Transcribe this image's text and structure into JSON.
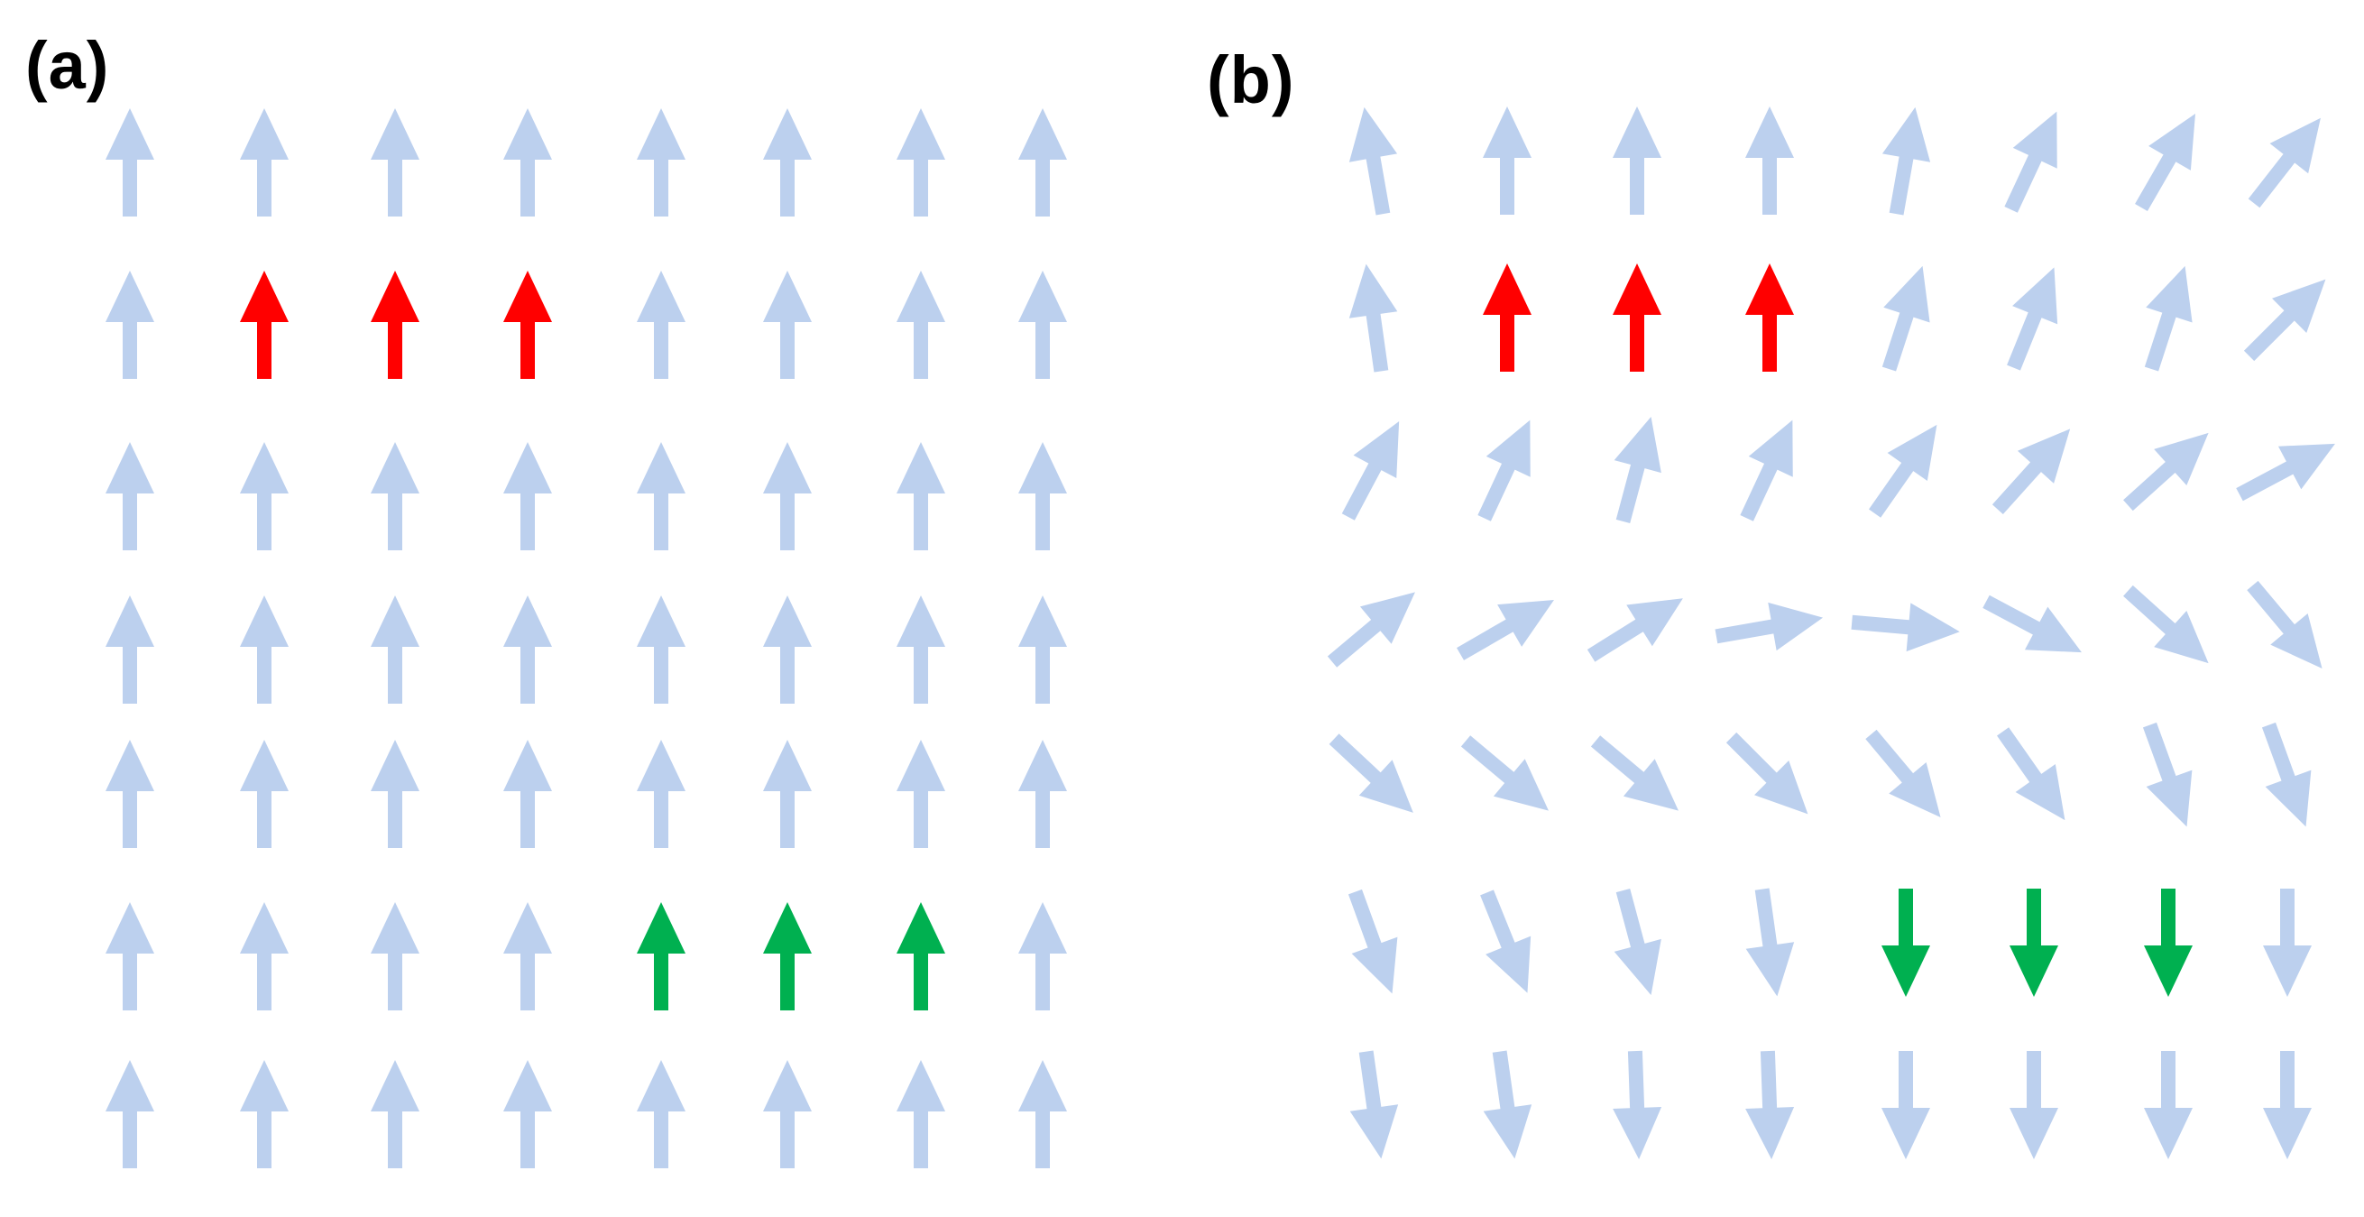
{
  "panels": [
    {
      "label": "(a)",
      "spins": [
        [
          {
            "angle": 0,
            "color": "#bcd0ee"
          },
          {
            "angle": 0,
            "color": "#bcd0ee"
          },
          {
            "angle": 0,
            "color": "#bcd0ee"
          },
          {
            "angle": 0,
            "color": "#bcd0ee"
          },
          {
            "angle": 0,
            "color": "#bcd0ee"
          },
          {
            "angle": 0,
            "color": "#bcd0ee"
          },
          {
            "angle": 0,
            "color": "#bcd0ee"
          },
          {
            "angle": 0,
            "color": "#bcd0ee"
          }
        ],
        [
          {
            "angle": 0,
            "color": "#bcd0ee"
          },
          {
            "angle": 0,
            "color": "#ff0000"
          },
          {
            "angle": 0,
            "color": "#ff0000"
          },
          {
            "angle": 0,
            "color": "#ff0000"
          },
          {
            "angle": 0,
            "color": "#bcd0ee"
          },
          {
            "angle": 0,
            "color": "#bcd0ee"
          },
          {
            "angle": 0,
            "color": "#bcd0ee"
          },
          {
            "angle": 0,
            "color": "#bcd0ee"
          }
        ],
        [
          {
            "angle": 0,
            "color": "#bcd0ee"
          },
          {
            "angle": 0,
            "color": "#bcd0ee"
          },
          {
            "angle": 0,
            "color": "#bcd0ee"
          },
          {
            "angle": 0,
            "color": "#bcd0ee"
          },
          {
            "angle": 0,
            "color": "#bcd0ee"
          },
          {
            "angle": 0,
            "color": "#bcd0ee"
          },
          {
            "angle": 0,
            "color": "#bcd0ee"
          },
          {
            "angle": 0,
            "color": "#bcd0ee"
          }
        ],
        [
          {
            "angle": 0,
            "color": "#bcd0ee"
          },
          {
            "angle": 0,
            "color": "#bcd0ee"
          },
          {
            "angle": 0,
            "color": "#bcd0ee"
          },
          {
            "angle": 0,
            "color": "#bcd0ee"
          },
          {
            "angle": 0,
            "color": "#bcd0ee"
          },
          {
            "angle": 0,
            "color": "#bcd0ee"
          },
          {
            "angle": 0,
            "color": "#bcd0ee"
          },
          {
            "angle": 0,
            "color": "#bcd0ee"
          }
        ],
        [
          {
            "angle": 0,
            "color": "#bcd0ee"
          },
          {
            "angle": 0,
            "color": "#bcd0ee"
          },
          {
            "angle": 0,
            "color": "#bcd0ee"
          },
          {
            "angle": 0,
            "color": "#bcd0ee"
          },
          {
            "angle": 0,
            "color": "#bcd0ee"
          },
          {
            "angle": 0,
            "color": "#bcd0ee"
          },
          {
            "angle": 0,
            "color": "#bcd0ee"
          },
          {
            "angle": 0,
            "color": "#bcd0ee"
          }
        ],
        [
          {
            "angle": 0,
            "color": "#bcd0ee"
          },
          {
            "angle": 0,
            "color": "#bcd0ee"
          },
          {
            "angle": 0,
            "color": "#bcd0ee"
          },
          {
            "angle": 0,
            "color": "#bcd0ee"
          },
          {
            "angle": 0,
            "color": "#00b050"
          },
          {
            "angle": 0,
            "color": "#00b050"
          },
          {
            "angle": 0,
            "color": "#00b050"
          },
          {
            "angle": 0,
            "color": "#bcd0ee"
          }
        ],
        [
          {
            "angle": 0,
            "color": "#bcd0ee"
          },
          {
            "angle": 0,
            "color": "#bcd0ee"
          },
          {
            "angle": 0,
            "color": "#bcd0ee"
          },
          {
            "angle": 0,
            "color": "#bcd0ee"
          },
          {
            "angle": 0,
            "color": "#bcd0ee"
          },
          {
            "angle": 0,
            "color": "#bcd0ee"
          },
          {
            "angle": 0,
            "color": "#bcd0ee"
          },
          {
            "angle": 0,
            "color": "#bcd0ee"
          }
        ]
      ]
    },
    {
      "label": "(b)",
      "spins": [
        [
          {
            "angle": -10,
            "color": "#bcd0ee"
          },
          {
            "angle": 0,
            "color": "#bcd0ee"
          },
          {
            "angle": 0,
            "color": "#bcd0ee"
          },
          {
            "angle": 0,
            "color": "#bcd0ee"
          },
          {
            "angle": 10,
            "color": "#bcd0ee"
          },
          {
            "angle": 25,
            "color": "#bcd0ee"
          },
          {
            "angle": 30,
            "color": "#bcd0ee"
          },
          {
            "angle": 38,
            "color": "#bcd0ee"
          }
        ],
        [
          {
            "angle": -8,
            "color": "#bcd0ee"
          },
          {
            "angle": 0,
            "color": "#ff0000"
          },
          {
            "angle": 0,
            "color": "#ff0000"
          },
          {
            "angle": 0,
            "color": "#ff0000"
          },
          {
            "angle": 18,
            "color": "#bcd0ee"
          },
          {
            "angle": 22,
            "color": "#bcd0ee"
          },
          {
            "angle": 18,
            "color": "#bcd0ee"
          },
          {
            "angle": 45,
            "color": "#bcd0ee"
          }
        ],
        [
          {
            "angle": 28,
            "color": "#bcd0ee"
          },
          {
            "angle": 25,
            "color": "#bcd0ee"
          },
          {
            "angle": 15,
            "color": "#bcd0ee"
          },
          {
            "angle": 25,
            "color": "#bcd0ee"
          },
          {
            "angle": 35,
            "color": "#bcd0ee"
          },
          {
            "angle": 42,
            "color": "#bcd0ee"
          },
          {
            "angle": 48,
            "color": "#bcd0ee"
          },
          {
            "angle": 62,
            "color": "#bcd0ee"
          }
        ],
        [
          {
            "angle": 50,
            "color": "#bcd0ee"
          },
          {
            "angle": 60,
            "color": "#bcd0ee"
          },
          {
            "angle": 58,
            "color": "#bcd0ee"
          },
          {
            "angle": 80,
            "color": "#bcd0ee"
          },
          {
            "angle": 95,
            "color": "#bcd0ee"
          },
          {
            "angle": 118,
            "color": "#bcd0ee"
          },
          {
            "angle": 132,
            "color": "#bcd0ee"
          },
          {
            "angle": 140,
            "color": "#bcd0ee"
          }
        ],
        [
          {
            "angle": 133,
            "color": "#bcd0ee"
          },
          {
            "angle": 130,
            "color": "#bcd0ee"
          },
          {
            "angle": 130,
            "color": "#bcd0ee"
          },
          {
            "angle": 135,
            "color": "#bcd0ee"
          },
          {
            "angle": 140,
            "color": "#bcd0ee"
          },
          {
            "angle": 145,
            "color": "#bcd0ee"
          },
          {
            "angle": 160,
            "color": "#bcd0ee"
          },
          {
            "angle": 160,
            "color": "#bcd0ee"
          }
        ],
        [
          {
            "angle": 160,
            "color": "#bcd0ee"
          },
          {
            "angle": 158,
            "color": "#bcd0ee"
          },
          {
            "angle": 165,
            "color": "#bcd0ee"
          },
          {
            "angle": 172,
            "color": "#bcd0ee"
          },
          {
            "angle": 180,
            "color": "#00b050"
          },
          {
            "angle": 180,
            "color": "#00b050"
          },
          {
            "angle": 180,
            "color": "#00b050"
          },
          {
            "angle": 180,
            "color": "#bcd0ee"
          }
        ],
        [
          {
            "angle": 172,
            "color": "#bcd0ee"
          },
          {
            "angle": 172,
            "color": "#bcd0ee"
          },
          {
            "angle": 178,
            "color": "#bcd0ee"
          },
          {
            "angle": 178,
            "color": "#bcd0ee"
          },
          {
            "angle": 180,
            "color": "#bcd0ee"
          },
          {
            "angle": 180,
            "color": "#bcd0ee"
          },
          {
            "angle": 180,
            "color": "#bcd0ee"
          },
          {
            "angle": 180,
            "color": "#bcd0ee"
          }
        ]
      ]
    }
  ]
}
